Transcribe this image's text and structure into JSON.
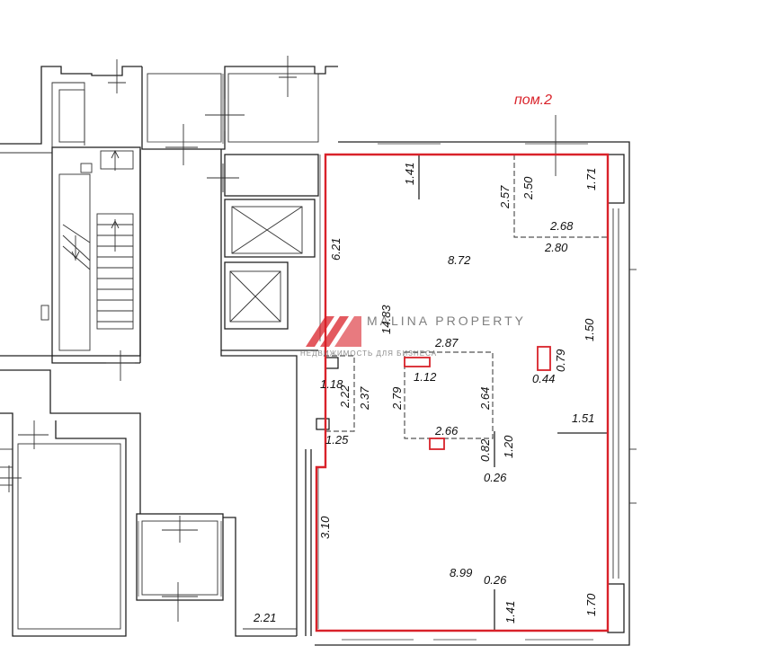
{
  "plan": {
    "room_title": "пом.2",
    "dimensions": {
      "d141_top": "1.41",
      "d257": "2.57",
      "d250": "2.50",
      "d171": "1.71",
      "d268": "2.68",
      "d280": "2.80",
      "d621": "6.21",
      "d872": "8.72",
      "d1483": "14.83",
      "d287": "2.87",
      "d112": "1.12",
      "d079": "0.79",
      "d044": "0.44",
      "d150": "1.50",
      "d118": "1.18",
      "d222": "2.22",
      "d237": "2.37",
      "d279": "2.79",
      "d264": "2.64",
      "d151": "1.51",
      "d266": "2.66",
      "d082": "0.82",
      "d120": "1.20",
      "d026_mid": "0.26",
      "d125": "1.25",
      "d310": "3.10",
      "d899": "8.99",
      "d026_bottom": "0.26",
      "d141_bottom": "1.41",
      "d170": "1.70",
      "d221": "2.21"
    }
  },
  "watermark": {
    "name": "MALINA PROPERTY",
    "tagline": "НЕДВИЖИМОСТЬ ДЛЯ БИЗНЕСА",
    "colors": {
      "mark": "#d9222a",
      "text": "#555555"
    }
  },
  "colors": {
    "outline": "#d9222a",
    "walls": "#222222"
  }
}
